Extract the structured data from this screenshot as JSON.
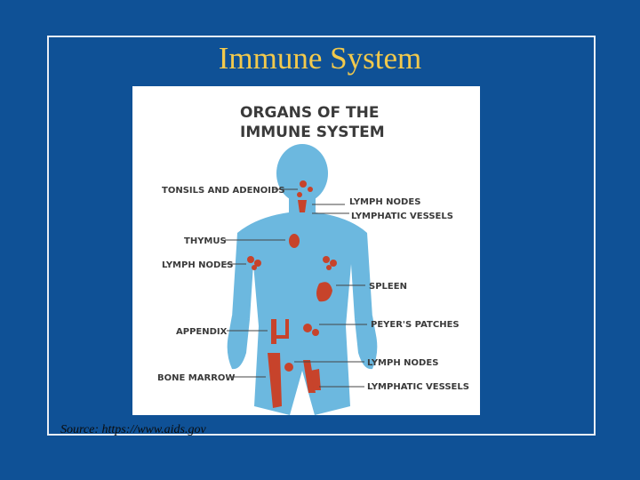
{
  "slide": {
    "title": "Immune System",
    "source": "Source: https://www.aids.gov"
  },
  "diagram": {
    "heading_line1": "ORGANS OF THE",
    "heading_line2": "IMMUNE SYSTEM",
    "labels": {
      "tonsils": "TONSILS AND ADENOIDS",
      "thymus": "THYMUS",
      "lymph_nodes_left": "LYMPH NODES",
      "appendix": "APPENDIX",
      "bone_marrow": "BONE MARROW",
      "lymph_nodes_neck": "LYMPH NODES",
      "lymphatic_vessels_top": "LYMPHATIC VESSELS",
      "spleen": "SPLEEN",
      "peyers_patches": "PEYER'S PATCHES",
      "lymph_nodes_groin": "LYMPH NODES",
      "lymphatic_vessels_bottom": "LYMPHATIC VESSELS"
    },
    "colors": {
      "body": "#6cb8df",
      "organ": "#c7432b",
      "text": "#3a3a3a",
      "line": "#444444"
    }
  }
}
